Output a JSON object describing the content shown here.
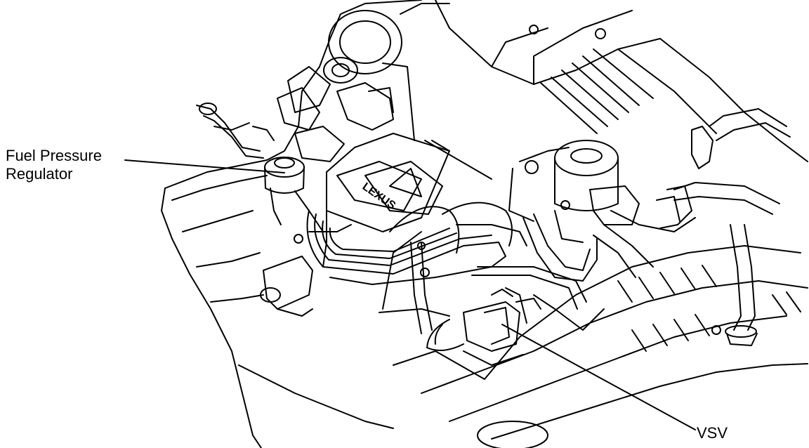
{
  "labels": {
    "fuel_pressure_regulator_line1": "Fuel Pressure",
    "fuel_pressure_regulator_line2": "Regulator",
    "vsv": "VSV"
  },
  "logo": {
    "text": "LEXUS"
  },
  "colors": {
    "ink": "#000000",
    "paper": "#ffffff"
  }
}
